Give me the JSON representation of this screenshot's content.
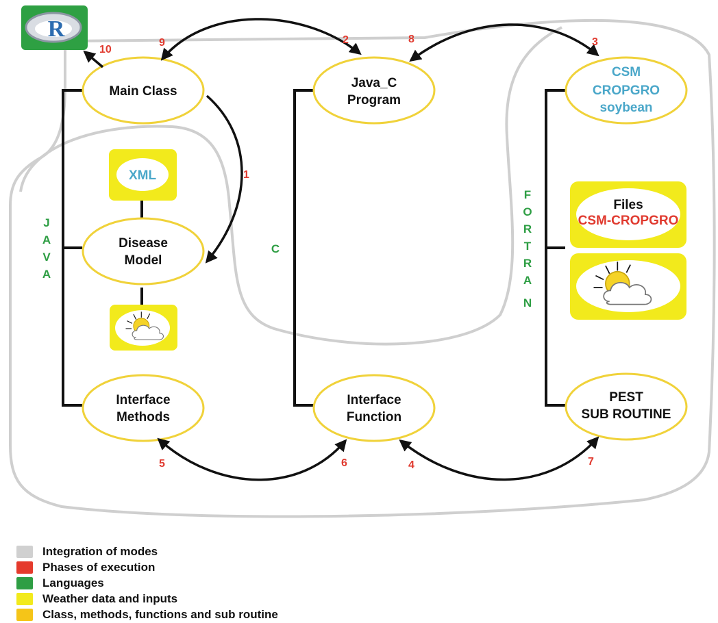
{
  "nodes": {
    "main_class": "Main Class",
    "java_c_line1": "Java_C",
    "java_c_line2": "Program",
    "csm_line1": "CSM",
    "csm_line2": "CROPGRO",
    "csm_line3": "soybean",
    "xml": "XML",
    "disease_line1": "Disease",
    "disease_line2": "Model",
    "files_line1": "Files",
    "files_line2": "CSM-CROPGRO",
    "interface_methods_line1": "Interface",
    "interface_methods_line2": "Methods",
    "interface_function_line1": "Interface",
    "interface_function_line2": "Function",
    "pest_line1": "PEST",
    "pest_line2": "SUB ROUTINE",
    "r_logo": "R"
  },
  "languages": {
    "java": [
      "J",
      "A",
      "V",
      "A"
    ],
    "c": "C",
    "fortran": [
      "F",
      "O",
      "R",
      "T",
      "R",
      "A",
      "N"
    ]
  },
  "phases": {
    "p1": "1",
    "p2": "2",
    "p3": "3",
    "p4": "4",
    "p5": "5",
    "p6": "6",
    "p7": "7",
    "p8": "8",
    "p9": "9",
    "p10": "10"
  },
  "legend": [
    {
      "label": "Integration of modes",
      "color": "#d0d0d0"
    },
    {
      "label": "Phases of execution",
      "color": "#e53a2c"
    },
    {
      "label": "Languages",
      "color": "#2e9e44"
    },
    {
      "label": "Weather data and inputs",
      "color": "#f2ea1c"
    },
    {
      "label": "Class, methods, functions and sub routine",
      "color": "#f5c518"
    }
  ],
  "colors": {
    "integration": "#cfcfcf",
    "phase": "#e03a2f",
    "language": "#2e9e44",
    "weather": "#f2ea1c",
    "class_outline": "#f0d23a",
    "output_blue": "#4aa7c9"
  },
  "icons": [
    "r-logo-icon",
    "weather-sun-cloud-icon"
  ]
}
